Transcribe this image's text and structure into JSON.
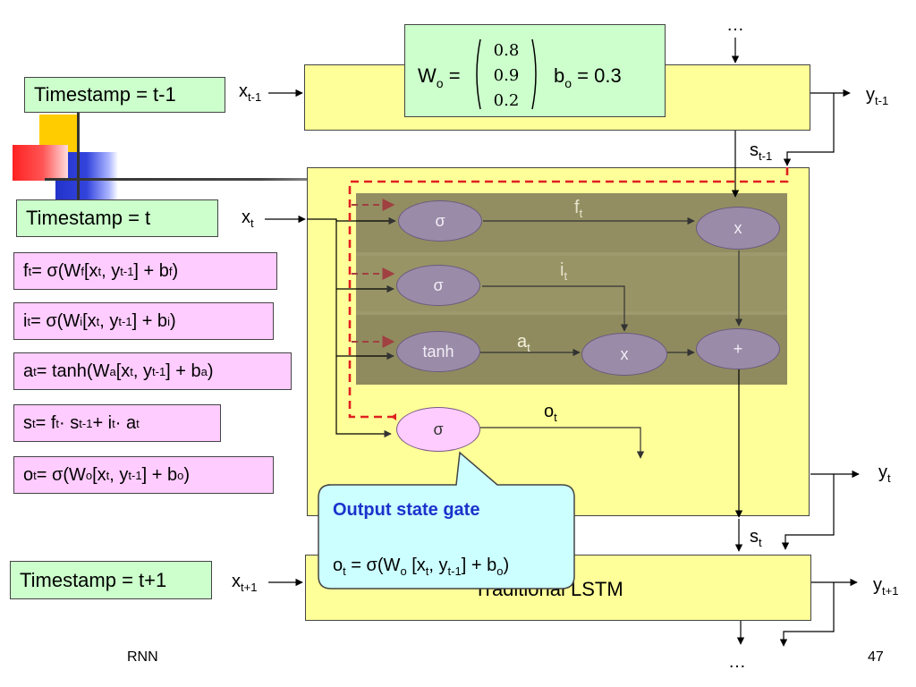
{
  "timestamps": {
    "prev": "Timestamp = t-1",
    "curr": "Timestamp = t",
    "next": "Timestamp = t+1"
  },
  "equations": {
    "f": {
      "lhs": "f",
      "lhs_sub": "t",
      "a": " = σ(W",
      "w_sub": "f",
      "b": " [x",
      "x_sub": "t",
      "c": ", y",
      "y_sub": "t-1",
      "d": "] + b",
      "b_sub": "f",
      "e": ")"
    },
    "i": {
      "lhs": "i",
      "lhs_sub": "t",
      "a": " = σ(W",
      "w_sub": "i",
      "b": " [x",
      "x_sub": "t",
      "c": ", y",
      "y_sub": "t-1",
      "d": "] + b",
      "b_sub": "i",
      "e": ")"
    },
    "a": {
      "lhs": "a",
      "lhs_sub": "t",
      "a": " = tanh(W",
      "w_sub": "a",
      "b": " [x",
      "x_sub": "t",
      "c": ", y",
      "y_sub": "t-1",
      "d": "] + b",
      "b_sub": "a",
      "e": ")"
    },
    "s": {
      "t1": "s",
      "s1": "t",
      "t2": " = f",
      "s2": "t",
      "t3": " · s",
      "s3": "t-1",
      "t4": " + i",
      "s4": "t",
      "t5": " · a",
      "s5": "t"
    },
    "o": {
      "lhs": "o",
      "lhs_sub": "t",
      "a": " = σ(W",
      "w_sub": "o",
      "b": " [x",
      "x_sub": "t",
      "c": ", y",
      "y_sub": "t-1",
      "d": "] + b",
      "b_sub": "o",
      "e": ")"
    }
  },
  "weights": {
    "wo_label": "W",
    "wo_sub": "o",
    "eq": "=",
    "wo_values": [
      "0.8",
      "0.9",
      "0.2"
    ],
    "bo_label": "b",
    "bo_sub": "o",
    "bo_value": "= 0.3"
  },
  "nodes": {
    "sigma": "σ",
    "tanh": "tanh",
    "mult": "x",
    "plus": "+"
  },
  "gate_labels": {
    "f": "f",
    "f_sub": "t",
    "i": "i",
    "i_sub": "t",
    "a": "a",
    "a_sub": "t",
    "o": "o",
    "o_sub": "t"
  },
  "io_labels": {
    "x_prev": "x",
    "x_prev_sub": "t-1",
    "x_curr": "x",
    "x_curr_sub": "t",
    "x_next": "x",
    "x_next_sub": "t+1",
    "y_prev": "y",
    "y_prev_sub": "t-1",
    "y_curr": "y",
    "y_curr_sub": "t",
    "y_next": "y",
    "y_next_sub": "t+1",
    "s_prev": "s",
    "s_prev_sub": "t-1",
    "s_curr": "s",
    "s_curr_sub": "t",
    "ellipsis": "…"
  },
  "callout": {
    "title": "Output state gate",
    "eq_lhs": "o",
    "eq_lhs_sub": "t",
    "eq_a": " = σ(W",
    "eq_w_sub": "o",
    "eq_b": " [x",
    "eq_x_sub": "t",
    "eq_c": ", y",
    "eq_y_sub": "t-1",
    "eq_d": "] + b",
    "eq_b_sub": "o",
    "eq_e": ")"
  },
  "lstm_label": "Traditional LSTM",
  "footer": {
    "left": "RNN",
    "page": "47"
  },
  "colors": {
    "timestamp_bg": "#ccffcc",
    "equation_bg": "#ffccff",
    "cell_bg": "#ffff99",
    "gate_area": "#9e9a6e",
    "node": "#9a8ba8",
    "dashed_path": "#e02020",
    "callout_bg": "#ccffff",
    "callout_title": "#1a33cc"
  }
}
